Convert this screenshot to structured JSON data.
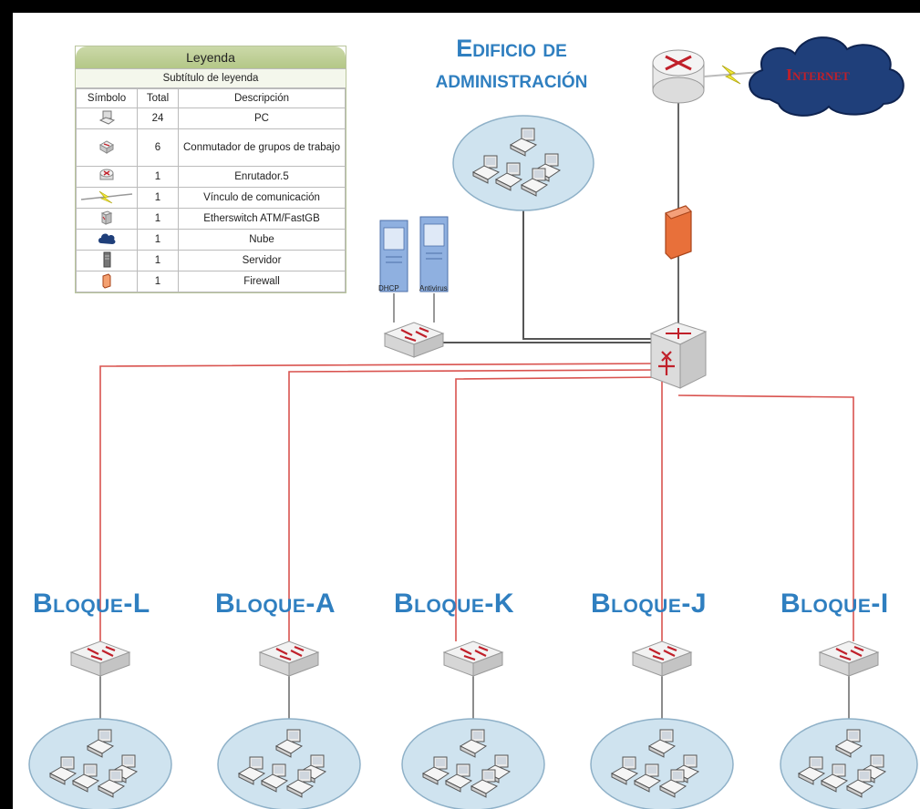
{
  "legend": {
    "title": "Leyenda",
    "subtitle": "Subtítulo de leyenda",
    "headers": [
      "Símbolo",
      "Total",
      "Descripción"
    ],
    "rows": [
      {
        "icon": "pc-icon",
        "total": "24",
        "description": "PC"
      },
      {
        "icon": "workgroup-switch-icon",
        "total": "6",
        "description": "Conmutador de grupos de trabajo"
      },
      {
        "icon": "router-icon",
        "total": "1",
        "description": "Enrutador.5"
      },
      {
        "icon": "communication-link-icon",
        "total": "1",
        "description": "Vínculo de comunicación"
      },
      {
        "icon": "etherswitch-icon",
        "total": "1",
        "description": "Etherswitch ATM/FastGB"
      },
      {
        "icon": "cloud-icon",
        "total": "1",
        "description": "Nube"
      },
      {
        "icon": "server-icon",
        "total": "1",
        "description": "Servidor"
      },
      {
        "icon": "firewall-icon",
        "total": "1",
        "description": "Firewall"
      }
    ]
  },
  "admin_building": {
    "line1": "Edificio de",
    "line2": "administración"
  },
  "internet_label": "Internet",
  "servers": [
    {
      "caption": "DHCP"
    },
    {
      "caption": "Antivirus"
    }
  ],
  "blocks": [
    {
      "name": "Bloque-L"
    },
    {
      "name": "Bloque-A"
    },
    {
      "name": "Bloque-K"
    },
    {
      "name": "Bloque-J"
    },
    {
      "name": "Bloque-I"
    }
  ],
  "colors": {
    "label_blue": "#2f7fc0",
    "uplink_red": "#d9534f",
    "trunk_gray": "#555555",
    "lan_fill": "#cfe3ef",
    "firewall": "#e8703a",
    "cloud": "#1f3f7a",
    "internet_text": "#c0202a"
  }
}
